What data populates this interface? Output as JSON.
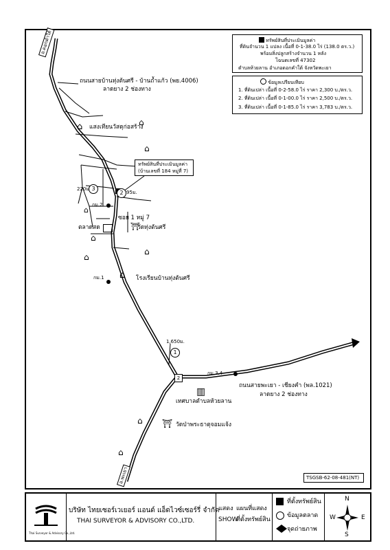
{
  "asset_box": {
    "title": "ทรัพย์สินที่ประเมินมูลค่า",
    "line1": "ที่ดินจำนวน 1 แปลง เนื้อที่ 0-1-38.0 ไร่ (138.0 ตร.ว.)",
    "line2": "พร้อมสิ่งปลูกสร้างจำนวน 1 หลัง",
    "line3": "โฉนดเลขที่ 47302",
    "line4": "ตำบลห้วยลาน อำเภอดอกคำใต้ จังหวัดพะเยา"
  },
  "market_box": {
    "title": "ข้อมูลเปรียบเทียบ",
    "items": [
      "1. ที่ดินเปล่า เนื้อที่ 0-2-58.0 ไร่ ราคา 2,300 บ./ตร.ว.",
      "2. ที่ดินเปล่า เนื้อที่ 0-1-00.0 ไร่ ราคา 2,500 บ./ตร.ว.",
      "3. ที่ดินเปล่า เนื้อที่ 0-1-85.0 ไร่ ราคา 3,783 บ./ตร.ว."
    ]
  },
  "map": {
    "road_north_label": "อ.ดอกคำใต้",
    "road_south_label": "อ.พะเยา",
    "road1_line1": "ถนนสายบ้านทุ่งต้นศรี - บ้านถ้ำแก้ว (พย.4006)",
    "road1_line2": "ลาดยาง 2 ช่องทาง",
    "road2_line1": "ถนนสายพะเยา - เชียงคำ (พล.1021)",
    "road2_line2": "ลาดยาง 2 ช่องทาง",
    "subject_line1": "ทรัพย์สินที่ประเมินมูลค่า",
    "subject_line2": "(บ้านเลขที่ 184 หมู่ที่ 7)",
    "landmarks": {
      "house_group": "แสงเทียนวัสดุก่อสร้าง",
      "market": "ตลาดสด",
      "temple1": "วัดทุ่งต้นศรี",
      "soi": "ซอย 1 หมู่ 7",
      "school": "โรงเรียนบ้านทุ่งต้นศรี",
      "municipality": "เทศบาลตำบลห้วยลาน",
      "temple2": "วัดป่าพระธาตุจอมแจ้ง"
    },
    "km_labels": {
      "km1": "กม.1",
      "km2": "กม.2",
      "km34": "กม.3.4"
    },
    "distances": {
      "d220": "220ม.",
      "d95": "95ม.",
      "d1650": "1,650ม."
    },
    "markers": [
      "1",
      "2",
      "3"
    ],
    "junction": "2",
    "code": "TSGSB-62-08-481(NT)"
  },
  "footer": {
    "company_th": "บริษัท ไทยเซอร์เวเยอร์ แอนด์ แอ็ดไวซ์เซอร์รี่ จำกัด",
    "company_en": "THAI SURVEYOR & ADVISORY CO.,LTD.",
    "logo_caption": "Thai Surveyor & Advisory Co.,Ltd.",
    "show_th": "แสดง",
    "show_en": "SHOW",
    "map_th_1": "แผนที่แสดง",
    "map_th_2": "ที่ตั้งทรัพย์สิน",
    "legend": [
      "ที่ตั้งทรัพย์สิน",
      "ข้อมูลตลาด",
      "จุดถ่ายภาพ"
    ],
    "compass": {
      "n": "N",
      "s": "S",
      "e": "E",
      "w": "W"
    }
  }
}
